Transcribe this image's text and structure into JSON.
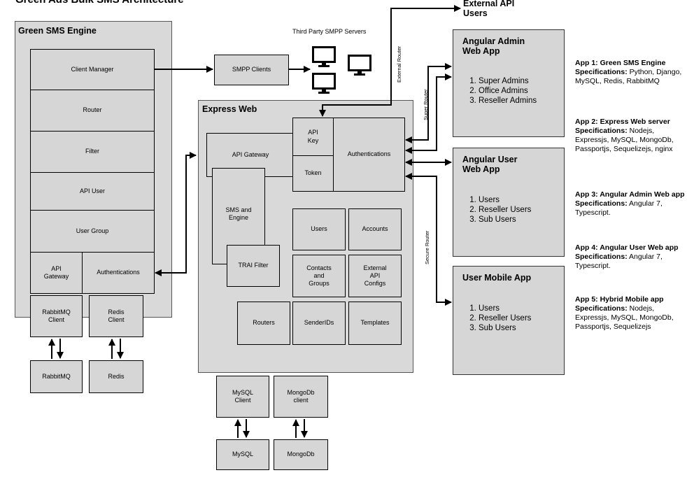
{
  "diagram_title": "Green Ads Bulk SMS Architecture",
  "engine": {
    "title": "Green SMS Engine",
    "client_manager": "Client Manager",
    "router": "Router",
    "filter": "Filter",
    "api_user": "API User",
    "user_group": "User Group",
    "api_gateway": "API\nGateway",
    "authentications": "Authentications",
    "rabbitmq_client": "RabbitMQ\nClient",
    "redis_client": "Redis\nClient",
    "rabbitmq": "RabbitMQ",
    "redis": "Redis"
  },
  "smpp": {
    "servers_label": "Third Party SMPP Servers",
    "clients": "SMPP Clients"
  },
  "express": {
    "title": "Express Web",
    "api_key": "API\nKey",
    "api_gateway": "API Gateway",
    "token": "Token",
    "authentications": "Authentications",
    "sms_engine": "SMS and\nEngine",
    "trai_filter": "TRAI Filter",
    "users": "Users",
    "accounts": "Accounts",
    "contacts_groups": "Contacts\nand\nGroups",
    "external_api_configs": "External\nAPI\nConfigs",
    "routers": "Routers",
    "sender_ids": "SenderIDs",
    "templates": "Templates",
    "mysql_client": "MySQL\nClient",
    "mongodb_client": "MongoDb\nclient",
    "mysql": "MySQL",
    "mongodb": "MongoDb"
  },
  "external_api_users": "External API\nUsers",
  "routers": {
    "external": "External Router",
    "super": "Super Router",
    "secure": "Secure Router"
  },
  "admin_app": {
    "title": "Angular Admin\nWeb App",
    "items": [
      "Super Admins",
      "Office Admins",
      "Reseller Admins"
    ]
  },
  "user_app": {
    "title": "Angular User\nWeb App",
    "items": [
      "Users",
      "Reseller Users",
      "Sub Users"
    ]
  },
  "mobile_app": {
    "title": "User Mobile App",
    "items": [
      "Users",
      "Reseller Users",
      "Sub Users"
    ]
  },
  "specs_heading": "Specifications:",
  "specs": [
    {
      "title": "App 1: Green SMS Engine",
      "body": "Python, Django, MySQL, Redis, RabbitMQ"
    },
    {
      "title": "App 2: Express Web server",
      "body": "Nodejs, Expressjs, MySQL, MongoDb, Passportjs, Sequelizejs, nginx"
    },
    {
      "title": "App 3: Angular Admin Web app",
      "body": "Angular 7, Typescript."
    },
    {
      "title": "App 4: Angular User Web app",
      "body": "Angular 7, Typescript."
    },
    {
      "title": "App 5: Hybrid Mobile app",
      "body": "Nodejs, Expressjs, MySQL, MongoDb, Passportjs, Sequelizejs"
    }
  ]
}
